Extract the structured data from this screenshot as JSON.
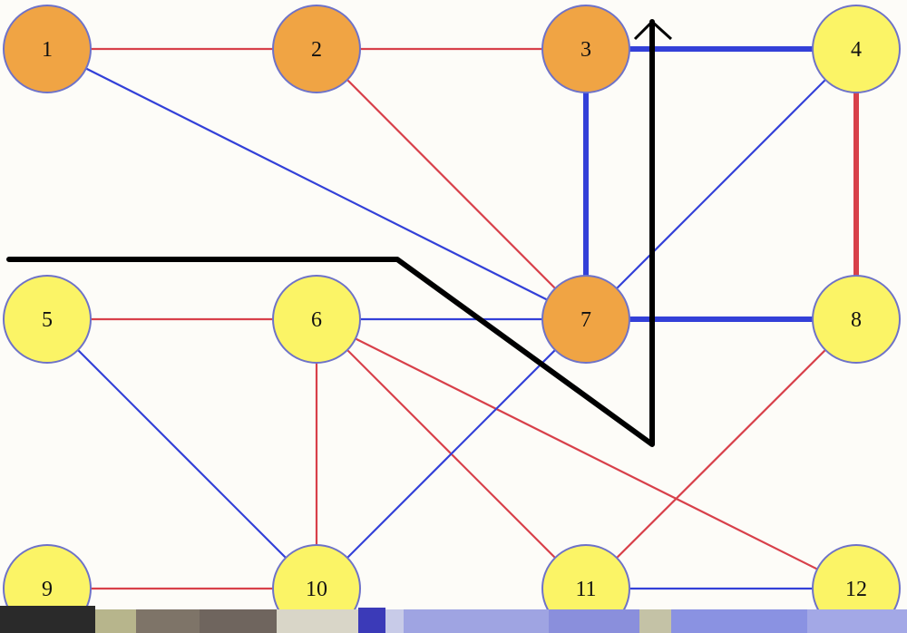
{
  "colors": {
    "cut_node_fill": "#F0A444",
    "other_node_fill": "#FBF466",
    "node_stroke": "#6E72C8",
    "red_edge": "#D8404A",
    "blue_edge": "#3340D8",
    "cut_line": "#000000",
    "background": "#FDFCF8"
  },
  "nodes": [
    {
      "id": "1",
      "label": "1",
      "group": "cut"
    },
    {
      "id": "2",
      "label": "2",
      "group": "cut"
    },
    {
      "id": "3",
      "label": "3",
      "group": "cut"
    },
    {
      "id": "4",
      "label": "4",
      "group": "other"
    },
    {
      "id": "5",
      "label": "5",
      "group": "other"
    },
    {
      "id": "6",
      "label": "6",
      "group": "other"
    },
    {
      "id": "7",
      "label": "7",
      "group": "cut"
    },
    {
      "id": "8",
      "label": "8",
      "group": "other"
    },
    {
      "id": "9",
      "label": "9",
      "group": "other"
    },
    {
      "id": "10",
      "label": "10",
      "group": "other"
    },
    {
      "id": "11",
      "label": "11",
      "group": "other"
    },
    {
      "id": "12",
      "label": "12",
      "group": "other"
    }
  ],
  "edges": [
    {
      "from": "1",
      "to": "2",
      "color": "red",
      "heavy": false
    },
    {
      "from": "2",
      "to": "3",
      "color": "red",
      "heavy": false
    },
    {
      "from": "3",
      "to": "4",
      "color": "blue",
      "heavy": true
    },
    {
      "from": "1",
      "to": "7",
      "color": "blue",
      "heavy": false
    },
    {
      "from": "2",
      "to": "7",
      "color": "red",
      "heavy": false
    },
    {
      "from": "3",
      "to": "7",
      "color": "blue",
      "heavy": true
    },
    {
      "from": "4",
      "to": "7",
      "color": "blue",
      "heavy": false
    },
    {
      "from": "4",
      "to": "8",
      "color": "red",
      "heavy": true
    },
    {
      "from": "5",
      "to": "6",
      "color": "red",
      "heavy": false
    },
    {
      "from": "6",
      "to": "7",
      "color": "blue",
      "heavy": false
    },
    {
      "from": "7",
      "to": "8",
      "color": "blue",
      "heavy": true
    },
    {
      "from": "5",
      "to": "10",
      "color": "blue",
      "heavy": false
    },
    {
      "from": "6",
      "to": "10",
      "color": "red",
      "heavy": false
    },
    {
      "from": "6",
      "to": "11",
      "color": "red",
      "heavy": false
    },
    {
      "from": "6",
      "to": "12",
      "color": "red",
      "heavy": false
    },
    {
      "from": "7",
      "to": "10",
      "color": "blue",
      "heavy": false
    },
    {
      "from": "8",
      "to": "11",
      "color": "red",
      "heavy": false
    },
    {
      "from": "9",
      "to": "10",
      "color": "red",
      "heavy": false
    },
    {
      "from": "11",
      "to": "12",
      "color": "blue",
      "heavy": false
    }
  ]
}
